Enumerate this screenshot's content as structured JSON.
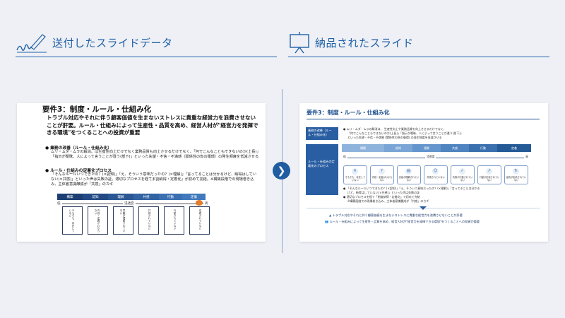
{
  "header": {
    "left_label": "送付したスライドデータ",
    "right_label": "納品されたスライド",
    "left_icon": "pen-signature-icon",
    "right_icon": "presentation-board-icon"
  },
  "colors": {
    "accent": "#1e5fa6",
    "dark_blue": "#1f4f8f",
    "flow_orange": "#e47b2a"
  },
  "next_icon": "chevron-right-icon",
  "left_slide": {
    "title": "要件3：制度・ルール・仕組み化",
    "lead": "トラブル対応やそれに伴う顧客価値を生まないストレスに貴重な経営力を浪費させないことが肝要。ルール・仕組みによって生産性・品質を高め、経営人材が\"経営力を発揮できる環境\"をつくることへの投資が重要",
    "section1_title": "● 業務の改善（ルール・仕組み化）",
    "section1_body": "ムリ・ムダ・ムラの解消。は生産性向上だけでなく業務品質も向上させるだけでなく、「何でこんなこともできないのか(上長)」「指示が曖昧、人によって言うことが違う(部下)」といった失望・不信・不満感（関係性の負の循環）の発生頻度を低減させる",
    "section2_title": "● ルール・仕組みの定着化プロセス",
    "section2_body": "「そんなルールいつできたの？(×認知)」「え、そういう意味だったの？(×理解)」「言ってることは分かるけど、納得はしていない(×共感)」といった声は失敗の証。適切なプロセスを経てま割納得・定着化」が初めて完結。※構築段階での現場巻き込み、主体者意識醸成が「共感」のカギ",
    "flow": [
      "構築",
      "認知",
      "理解",
      "共感",
      "行動",
      "定着"
    ],
    "scale_low": "低",
    "scale_mid": "浸透度",
    "scale_high": "高",
    "boxes": [
      "そもそも、存在していない",
      "内容・定義がわからない",
      "意義が理解されていない",
      "共感されていない",
      "行動されていない",
      "定着されていない"
    ]
  },
  "right_slide": {
    "title": "要件3：制度・ルール・仕組み化",
    "label1": "業務の改善（ルール・仕組み化）",
    "label2": "ルール・仕組みの定着化のプロセス",
    "text1_line1": "● ムリ・ムダ・ムラの解消は、 生産性向上や業務品質を向上させるだけでなく、",
    "text1_line2": "「何でこんなこともできないのか(上長)」「指示が曖昧、人によって言うことが違う(部下)」",
    "text1_line3": "といった失望・不信・不満感 (関係性の負の循環) の発生頻度を低減させる",
    "flow": [
      "構築",
      "認知",
      "理解",
      "共感",
      "行動",
      "定着"
    ],
    "low": "低",
    "mid": "浸透度",
    "high": "高",
    "cards": [
      {
        "icon": "ban-icon",
        "glyph": "✕",
        "text": "そもそも、存在していない"
      },
      {
        "icon": "question-icon",
        "glyph": "?",
        "text": "内容・定義がわからない"
      },
      {
        "icon": "book-icon",
        "glyph": "▤",
        "text": "意義が理解されていない"
      },
      {
        "icon": "people-icon",
        "glyph": "☺",
        "text": "共感されていない"
      },
      {
        "icon": "check-icon",
        "glyph": "✓",
        "text": "共感が行動されていない"
      },
      {
        "icon": "run-icon",
        "glyph": "↗",
        "text": "行動が定着されていない"
      },
      {
        "icon": "cycle-icon",
        "glyph": "↻",
        "text": "定着が定着されていない"
      }
    ],
    "text2_line1": "● 「そんなルールいつできたの？(×認知)」「え、そういう意味だったの？(×理解)」「言ってることは分かる",
    "text2_line2": "けど、納得はしていない(×共感)」といった声は失敗の証",
    "text2_line3": "● 適切なプロセスを経て「制度納得・定着化」で初めて完結",
    "text2_line4": "※構築段階での現場巻き込み、主体者意識醸成が「共感」のカギ",
    "foot1": "トラブル対応やそれに伴う顧客価値を生まないストレスに貴重な経営力を浪費させないことが肝要",
    "foot2": "ルール・仕組みによって生産性・品質を高め、経営人材が\"経営力を発揮できる環境\"をつくることへの投資が重要"
  }
}
